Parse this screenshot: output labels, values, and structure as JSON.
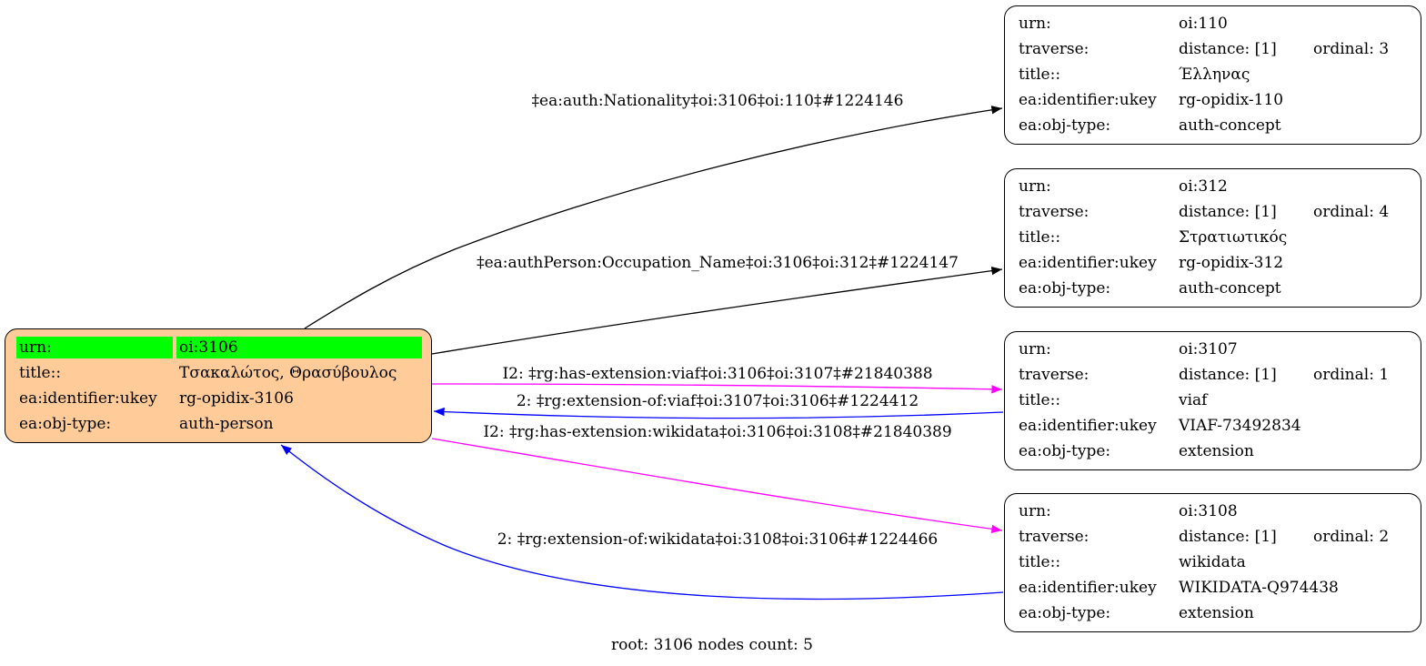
{
  "graph": {
    "footer": "root: 3106 nodes count: 5",
    "colors": {
      "root_fill": "#ffcc99",
      "highlight": "#00ff00",
      "edge_default": "#000000",
      "edge_has_extension": "#ff00ff",
      "edge_extension_of": "#0000ff"
    },
    "root": {
      "id": "oi:3106",
      "rows": [
        {
          "key": "urn:",
          "value": "oi:3106",
          "highlight": true
        },
        {
          "key": "title::",
          "value": "Τσακαλώτος, Θρασύβουλος"
        },
        {
          "key": "ea:identifier:ukey",
          "value": "rg-opidix-3106"
        },
        {
          "key": "ea:obj-type:",
          "value": "auth-person"
        }
      ]
    },
    "nodes": [
      {
        "id": "oi:110",
        "urn": "oi:110",
        "traverse_distance": "distance: [1]",
        "traverse_ordinal": "ordinal: 3",
        "title": "Έλληνας",
        "ukey": "rg-opidix-110",
        "obj_type": "auth-concept"
      },
      {
        "id": "oi:312",
        "urn": "oi:312",
        "traverse_distance": "distance: [1]",
        "traverse_ordinal": "ordinal: 4",
        "title": "Στρατιωτικός",
        "ukey": "rg-opidix-312",
        "obj_type": "auth-concept"
      },
      {
        "id": "oi:3107",
        "urn": "oi:3107",
        "traverse_distance": "distance: [1]",
        "traverse_ordinal": "ordinal: 1",
        "title": "viaf",
        "ukey": "VIAF-73492834",
        "obj_type": "extension"
      },
      {
        "id": "oi:3108",
        "urn": "oi:3108",
        "traverse_distance": "distance: [1]",
        "traverse_ordinal": "ordinal: 2",
        "title": "wikidata",
        "ukey": "WIKIDATA-Q974438",
        "obj_type": "extension"
      }
    ],
    "row_keys": {
      "urn": "urn:",
      "traverse": "traverse:",
      "title": "title::",
      "ukey": "ea:identifier:ukey",
      "obj_type": "ea:obj-type:"
    },
    "edges": [
      {
        "from": "oi:3106",
        "to": "oi:110",
        "label": "‡ea:auth:Nationality‡oi:3106‡oi:110‡#1224146",
        "kind": "default"
      },
      {
        "from": "oi:3106",
        "to": "oi:312",
        "label": "‡ea:authPerson:Occupation_Name‡oi:3106‡oi:312‡#1224147",
        "kind": "default"
      },
      {
        "from": "oi:3106",
        "to": "oi:3107",
        "label": "I2: ‡rg:has-extension:viaf‡oi:3106‡oi:3107‡#21840388",
        "kind": "has_extension"
      },
      {
        "from": "oi:3107",
        "to": "oi:3106",
        "label": "2: ‡rg:extension-of:viaf‡oi:3107‡oi:3106‡#1224412",
        "kind": "extension_of"
      },
      {
        "from": "oi:3106",
        "to": "oi:3108",
        "label": "I2: ‡rg:has-extension:wikidata‡oi:3106‡oi:3108‡#21840389",
        "kind": "has_extension"
      },
      {
        "from": "oi:3108",
        "to": "oi:3106",
        "label": "2: ‡rg:extension-of:wikidata‡oi:3108‡oi:3106‡#1224466",
        "kind": "extension_of"
      }
    ]
  }
}
